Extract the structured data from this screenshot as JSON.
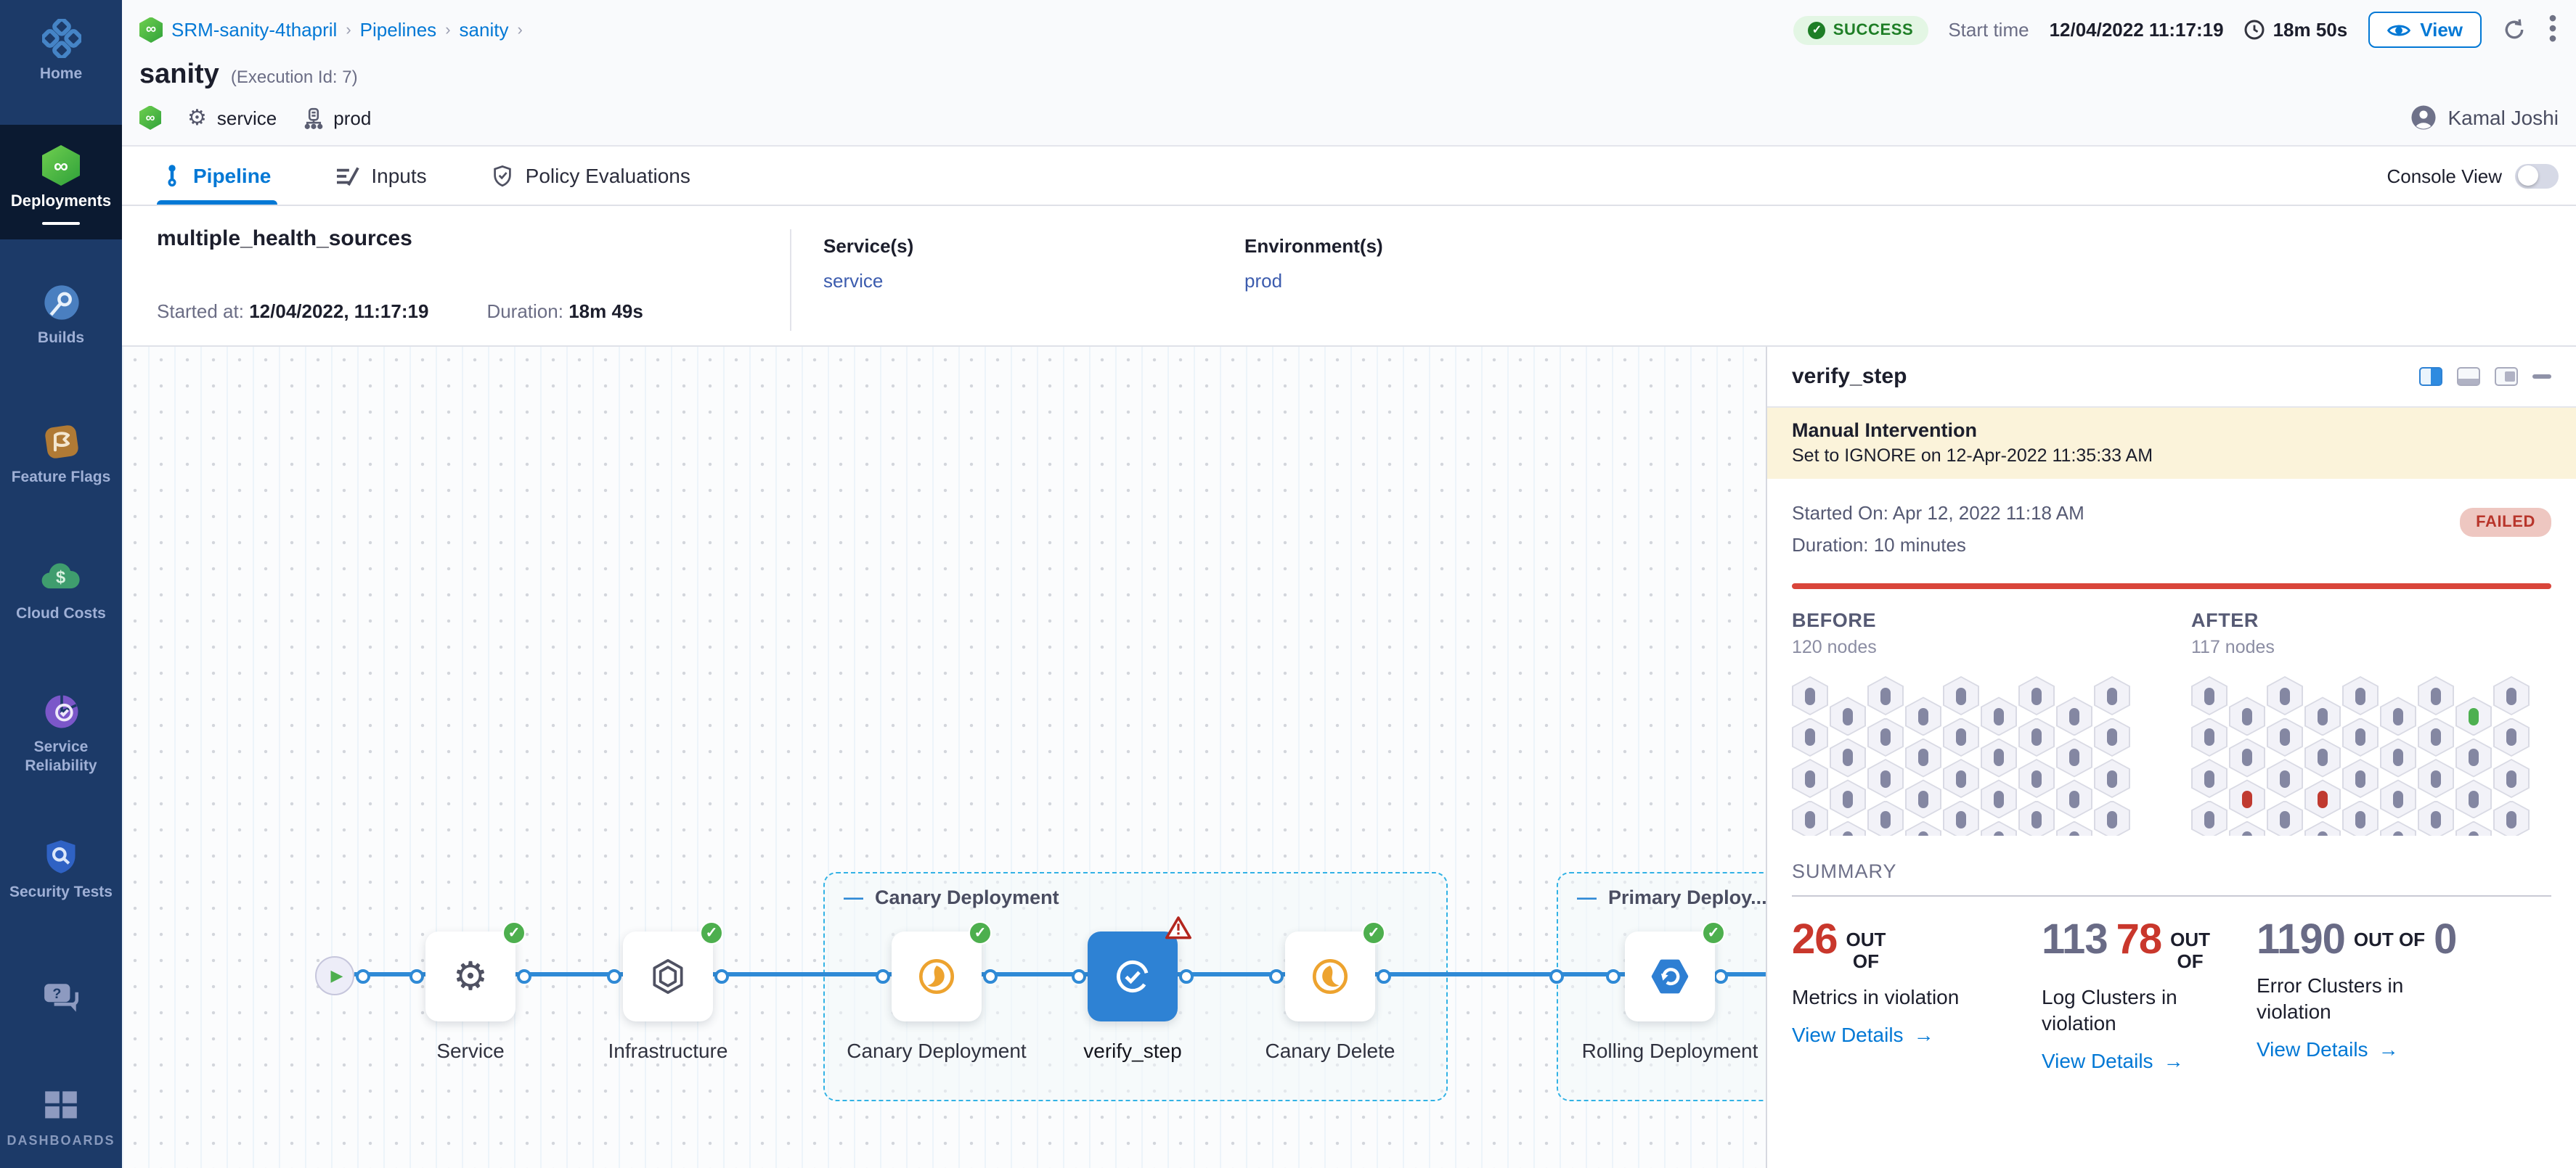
{
  "colors": {
    "accent": "#0278d5",
    "success_green": "#42ab45",
    "fail_red": "#c6362c",
    "sidebar_bg": "#1c3a68",
    "banner_yellow": "#fbf3da",
    "selected_node_blue": "#2e82d4"
  },
  "sidebar": {
    "items": [
      {
        "label": "Home"
      },
      {
        "label": "Deployments"
      },
      {
        "label": "Builds"
      },
      {
        "label": "Feature Flags"
      },
      {
        "label": "Cloud Costs"
      },
      {
        "label": "Service Reliability"
      },
      {
        "label": "Security Tests"
      },
      {
        "label": "DASHBOARDS"
      }
    ]
  },
  "header": {
    "breadcrumb": {
      "project": "SRM-sanity-4thapril",
      "pipelines": "Pipelines",
      "pipeline": "sanity"
    },
    "title": "sanity",
    "execution_id": "(Execution Id: 7)",
    "status_badge": "SUCCESS",
    "check_glyph": "✓",
    "start_time_label": "Start time",
    "start_time": "12/04/2022 11:17:19",
    "duration": "18m 50s",
    "view_button": "View",
    "service_tag": "service",
    "env_tag": "prod",
    "user_name": "Kamal Joshi"
  },
  "tabs": {
    "pipeline": "Pipeline",
    "inputs": "Inputs",
    "policy": "Policy Evaluations",
    "console_view": "Console View"
  },
  "run_info": {
    "name": "multiple_health_sources",
    "started_label": "Started at:",
    "started_value": "12/04/2022, 11:17:19",
    "duration_label": "Duration:",
    "duration_value": "18m 49s",
    "services_label": "Service(s)",
    "services_value": "service",
    "environments_label": "Environment(s)",
    "environments_value": "prod"
  },
  "pipeline": {
    "groups": {
      "canary": "Canary Deployment",
      "primary": "Primary Deploy..."
    },
    "group_dash": "—",
    "play_glyph": "▶",
    "check_glyph": "✓",
    "nodes": {
      "service": "Service",
      "infrastructure": "Infrastructure",
      "canary_deployment": "Canary Deployment",
      "verify_step": "verify_step",
      "canary_delete": "Canary Delete",
      "rolling_deployment": "Rolling Deployment"
    },
    "controls": {
      "zoom_in": "+",
      "zoom_out": "−"
    }
  },
  "panel": {
    "title": "verify_step",
    "banner": {
      "title": "Manual Intervention",
      "text": "Set to IGNORE on 12-Apr-2022 11:35:33 AM"
    },
    "started_on": "Started On: Apr 12, 2022 11:18 AM",
    "duration": "Duration: 10 minutes",
    "status": "FAILED",
    "before": {
      "label": "BEFORE",
      "count": "120 nodes",
      "cols": 9,
      "rows": 5,
      "special": {}
    },
    "after": {
      "label": "AFTER",
      "count": "117 nodes",
      "cols": 9,
      "rows": 5,
      "special": {
        "7,0": "green",
        "1,2": "red",
        "3,2": "red",
        "4,4": "red"
      }
    },
    "summary_label": "SUMMARY",
    "stats": [
      {
        "num_gray": "",
        "num_red": "26",
        "out": "OUT",
        "of": "OF",
        "tail": "",
        "label": "Metrics in violation",
        "link": "View Details",
        "arrow": "→"
      },
      {
        "num_gray": "113",
        "num_red": "78",
        "out": "OUT",
        "of": "OF",
        "tail": "",
        "label": "Log Clusters in violation",
        "link": "View Details",
        "arrow": "→"
      },
      {
        "num_gray": "1190",
        "num_red": "",
        "out": "OUT OF",
        "of": "",
        "tail": "0",
        "label": "Error Clusters in violation",
        "link": "View Details",
        "arrow": "→"
      }
    ]
  }
}
